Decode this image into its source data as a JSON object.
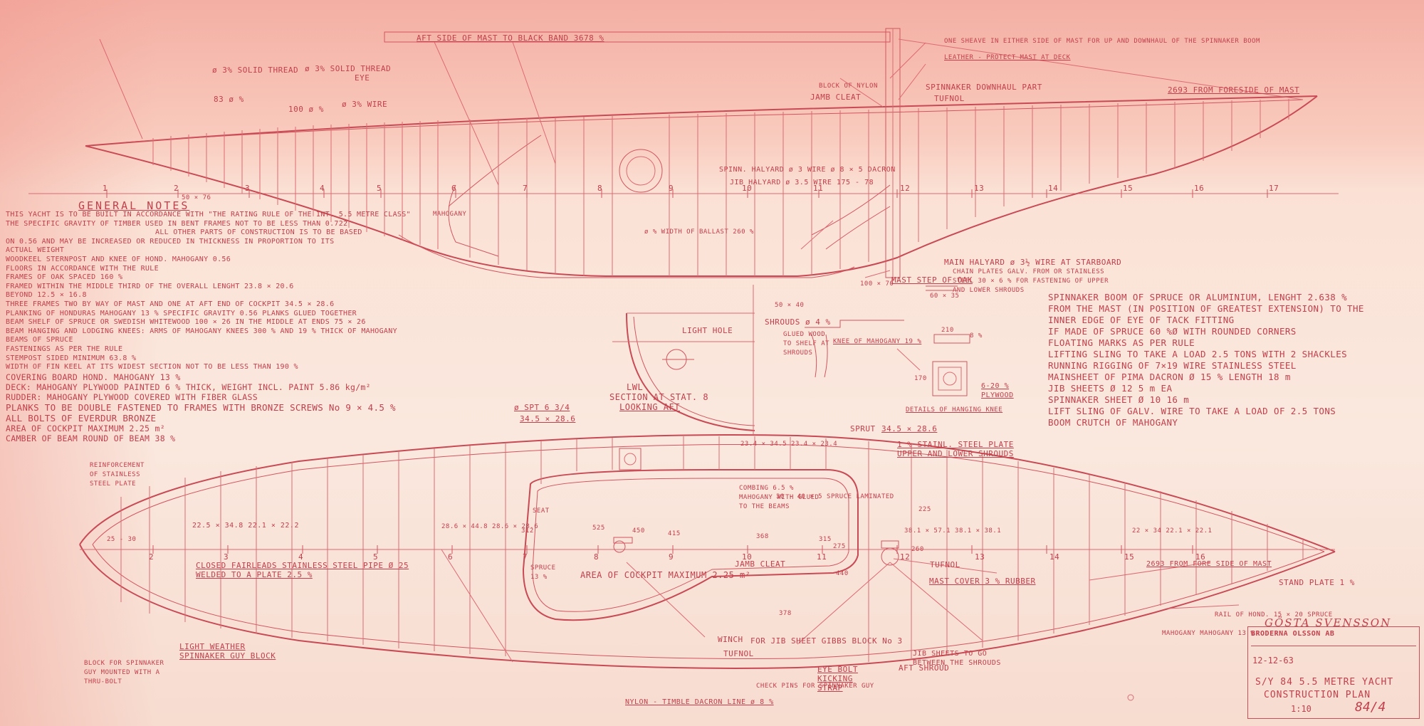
{
  "sheet": {
    "colors": {
      "paper": "#f6d5c6",
      "ink": "#d2555f",
      "text": "#c2404c"
    },
    "signature": "GÖSTA SVENSSON"
  },
  "title_block": {
    "firm": "BRÖDERNA OLSSON AB",
    "date": "12-12-63",
    "design": "S/Y 84  5.5 METRE YACHT",
    "sheet_title": "CONSTRUCTION PLAN",
    "scale": "1:10",
    "drawing_number": "84/4"
  },
  "general_notes": {
    "title": "GENERAL NOTES",
    "lines": [
      "THIS YACHT IS TO BE BUILT IN ACCORDANCE WITH \"THE RATING RULE OF THE INT. 5.5 METRE CLASS\"",
      "THE SPECIFIC GRAVITY OF TIMBER USED IN BENT FRAMES NOT TO BE LESS THAN 0.722",
      "ALL OTHER PARTS OF CONSTRUCTION IS TO BE BASED",
      "ON 0.56 AND MAY BE INCREASED OR REDUCED IN THICKNESS IN PROPORTION TO ITS",
      "ACTUAL WEIGHT",
      "WOODKEEL STERNPOST AND KNEE OF HOND. MAHOGANY 0.56",
      "FLOORS IN ACCORDANCE WITH THE RULE",
      "FRAMES OF OAK SPACED 160 %",
      "FRAMED WITHIN THE MIDDLE THIRD OF THE OVERALL LENGHT   23.8 × 20.6",
      "BEYOND                                                 12.5 × 16.8",
      "THREE FRAMES TWO BY WAY OF MAST AND ONE AT AFT END OF COCKPIT  34.5 × 28.6",
      "PLANKING OF HONDURAS MAHOGANY 13 %   SPECIFIC GRAVITY 0.56  PLANKS GLUED TOGETHER",
      "BEAM SHELF OF SPRUCE OR SWEDISH WHITEWOOD 100 × 26 IN THE MIDDLE AT ENDS 75 × 26",
      "BEAM HANGING AND LODGING KNEES: ARMS OF MAHOGANY KNEES 300 % AND 19 % THICK OF MAHOGANY",
      "BEAMS OF SPRUCE",
      "FASTENINGS AS PER THE RULE",
      "STEMPOST SIDED MINIMUM 63.8 %",
      "WIDTH OF FIN KEEL AT ITS WIDEST SECTION NOT TO BE LESS THAN 190 %",
      "COVERING BOARD HOND. MAHOGANY 13 %",
      "DECK: MAHOGANY PLYWOOD PAINTED 6 % THICK, WEIGHT INCL. PAINT 5.86 kg/m²",
      "RUDDER: MAHOGANY PLYWOOD COVERED WITH FIBER GLASS",
      "PLANKS TO BE DOUBLE FASTENED TO FRAMES WITH BRONZE SCREWS No 9 × 4.5 %",
      "ALL BOLTS OF EVERDUR BRONZE",
      "AREA OF COCKPIT MAXIMUM 2.25 m²",
      "CAMBER OF BEAM ROUND OF BEAM 38 %"
    ]
  },
  "rigging_notes": {
    "lines": [
      "SPINNAKER BOOM OF SPRUCE OR ALUMINIUM, LENGHT 2.638 %",
      "FROM THE MAST (IN POSITION OF GREATEST EXTENSION) TO THE",
      "INNER EDGE OF EYE OF TACK FITTING",
      "IF MADE OF SPRUCE 60 %Ø WITH ROUNDED CORNERS",
      "FLOATING MARKS AS PER RULE",
      "LIFTING SLING TO TAKE A LOAD 2.5 TONS WITH 2 SHACKLES",
      "RUNNING RIGGING OF 7×19 WIRE STAINLESS STEEL",
      "MAINSHEET OF PIMA DACRON Ø 15 % LENGTH 18 m",
      "JIB SHEETS          Ø 12          5 m EA",
      "SPINNAKER SHEET     Ø 10          16 m",
      "LIFT SLING OF GALV. WIRE TO TAKE A LOAD OF 2.5 TONS",
      "BOOM CRUTCH OF MAHOGANY"
    ]
  },
  "profile_labels": {
    "aft_mast": "AFT SIDE OF MAST TO BLACK BAND 3678 %",
    "solid_thread_1": "ø 3% SOLID THREAD",
    "solid_thread_2": "ø 3% SOLID THREAD",
    "eye": "EYE",
    "wire": "ø 3% WIRE",
    "dim_83": "83 ø %",
    "dim_100": "100 ø %",
    "ore_sheave": "ONE SHEAVE IN EITHER SIDE OF MAST FOR UP AND DOWNHAUL OF THE SPINNAKER BOOM",
    "leather": "LEATHER - PROTECT MAST AT DECK",
    "spinn_downhaul": "SPINNAKER DOWNHAUL PART",
    "tufnol": "TUFNOL",
    "jamb_cleat": "JAMB CLEAT",
    "block_nylon": "BLOCK OF NYLON",
    "from_fore_side": "2693 FROM FORESIDE OF MAST",
    "spinn_halyard": "SPINN. HALYARD ø 3 WIRE ø 8 × 5 DACRON",
    "jib_halyard": "JIB HALYARD ø 3.5 WIRE 175 - 78",
    "main_halyard": "MAIN HALYARD ø 3½ WIRE AT STARBOARD",
    "chain_plates": "CHAIN PLATES GALV. FROM OR STAINLESS STEEL 30 × 6 %  FOR FASTENING OF UPPER AND LOWER SHROUDS",
    "mast_step": "MAST STEP OF OAK",
    "ballast_width": "ø % WIDTH OF BALLAST 260 %",
    "mahogany": "MAHOGANY",
    "dim_50": "50 × 76",
    "dim_100_70": "100 × 70",
    "dim_60_35": "60 × 35",
    "dim_50_40": "50 × 40",
    "light_hole": "LIGHT HOLE",
    "lwl": "LWL",
    "shrouds": "SHROUDS ø 4 %",
    "glued_wood": "GLUED WOOD TO SHELF AT SHROUDS",
    "knee": "KNEE OF MAHOGANY 19 %",
    "dim_210": "210",
    "dim_8": "8 %",
    "dim_170": "170",
    "plywood": "6-20 % PLYWOOD",
    "details_knee": "DETAILS OF HANGING KNEE",
    "section_title": "SECTION AT STAT. 8",
    "section_sub": "LOOKING AFT",
    "section_dim_a": "ø SPT 6 3/4",
    "section_dim_b": "34.5 × 28.6",
    "stations": [
      "1",
      "2",
      "3",
      "4",
      "5",
      "6",
      "7",
      "8",
      "9",
      "10",
      "11",
      "12",
      "13",
      "14",
      "15",
      "16",
      "17"
    ]
  },
  "deck_labels": {
    "stern_chest": "REINFORCEMENT OF STAINLESS STEEL PLATE",
    "closed_fairleads": "CLOSED FAIRLEADS STAINLESS STEEL PIPE Ø 25 WELDED TO A PLATE 2.5 %",
    "area_cockpit": "AREA OF COCKPIT MAXIMUM 2.25 m²",
    "jamb_cleat": "JAMB CLEAT",
    "combing": "COMBING 6.5 % MAHOGANY WITH GLUED TO THE BEAMS",
    "spruce": "30 - 40 × 5  SPRUCE  LAMINATED",
    "chainplate": "1 % STAINL. STEEL PLATE UPPER AND LOWER SHROUDS",
    "sprut": "SPRUT",
    "dim_345": "34.5 × 28.6",
    "mast_cover": "MAST COVER 3 % RUBBER",
    "tufnol": "TUFNOL",
    "from_fore_side": "2693 FROM FORE SIDE OF MAST",
    "stand_plate": "STAND PLATE 1 %",
    "rail": "RAIL OF HOND. 15 × 20 SPRUCE",
    "mahogany_rail": "MAHOGANY MAHOGANY 13 %",
    "jib_sheets_between": "JIB SHEETS TO GO BETWEEN THE SHROUDS",
    "aft_shroud": "AFT SHROUD",
    "eye_bolt": "EYE BOLT KICKING STRAP",
    "winch": "WINCH",
    "jib_block": "FOR JIB SHEET GIBBS BLOCK No 3",
    "tufnol2": "TUFNOL",
    "light_weather": "LIGHT WEATHER SPINNAKER GUY BLOCK",
    "block_guy": "BLOCK FOR SPINNAKER GUY MOUNTED WITH A THRU-BOLT",
    "check_pin": "CHECK PINS FOR SPINNAKER GUY",
    "nylon_line": "NYLON - TIMBLE DACRON LINE ø 8 %",
    "seat": "SEAT",
    "spruce_13": "SPRUCE 13 %",
    "dim_25_30": "25 - 30",
    "dim_2x": "22.5 × 34.8   22.1 × 22.2",
    "dim_28": "28.6 × 44.8   28.6 × 28.6",
    "dim_23": "23.4 × 34.5   23.4 × 23.4",
    "dim_38": "38.1 × 57.1   38.1 × 38.1",
    "dim_22": "22 × 34   22.1 × 22.1",
    "measures": [
      "312",
      "525",
      "450",
      "415",
      "368",
      "315",
      "275",
      "225",
      "260",
      "378",
      "440"
    ]
  }
}
